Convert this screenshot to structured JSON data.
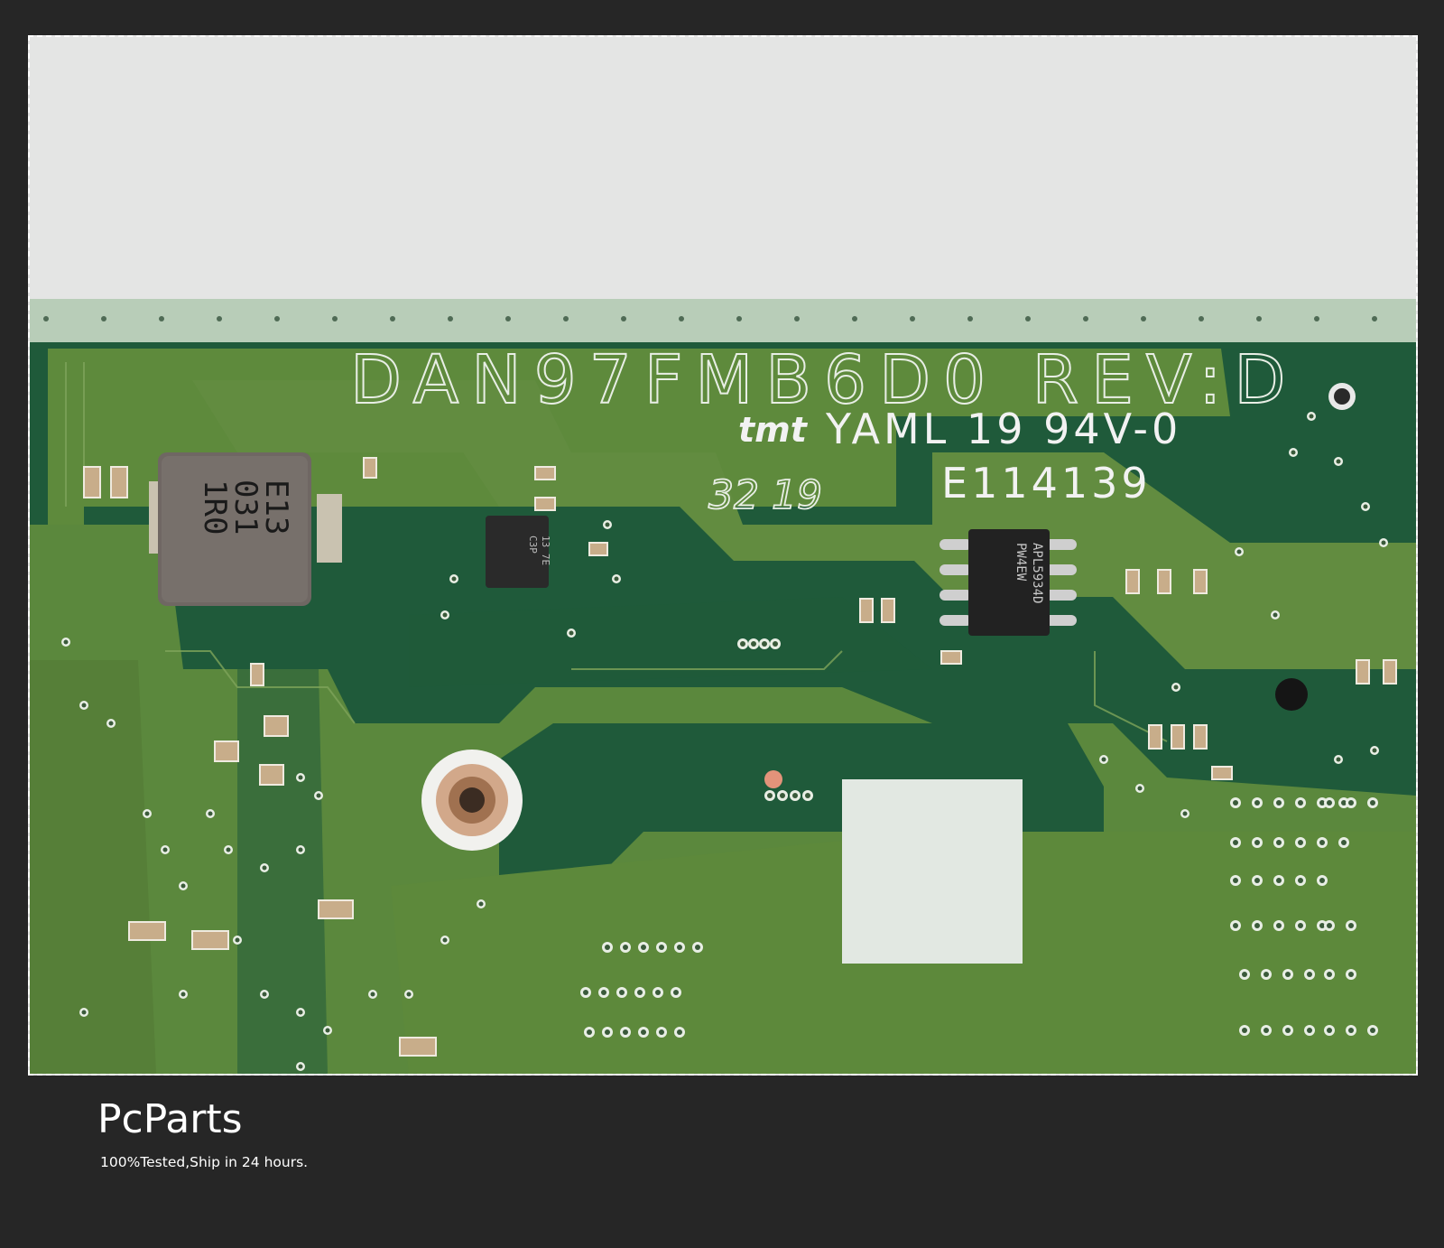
{
  "brand": {
    "name": "PcParts",
    "tagline": "100%Tested,Ship in 24 hours."
  },
  "photo": {
    "silkscreen": {
      "model": "DAN97FMB6D0  REV:D",
      "manufacturer_logo": "tmt",
      "flammability": "YAML 19 94V-0",
      "ul_number": "E114139",
      "date_code": "32 19"
    },
    "components": {
      "inductor_marking": [
        "1R0",
        "031",
        "E13"
      ],
      "small_ic_marking": [
        "13 7E",
        "C3P"
      ],
      "soic_ic_marking": [
        "APL5934D",
        "PW4EW"
      ]
    },
    "colors": {
      "background": "#262626",
      "board_green": "#5e8a3c",
      "board_dark": "#1f5a3a",
      "silkscreen": "#f2f2f2",
      "tape": "#ececec"
    }
  }
}
